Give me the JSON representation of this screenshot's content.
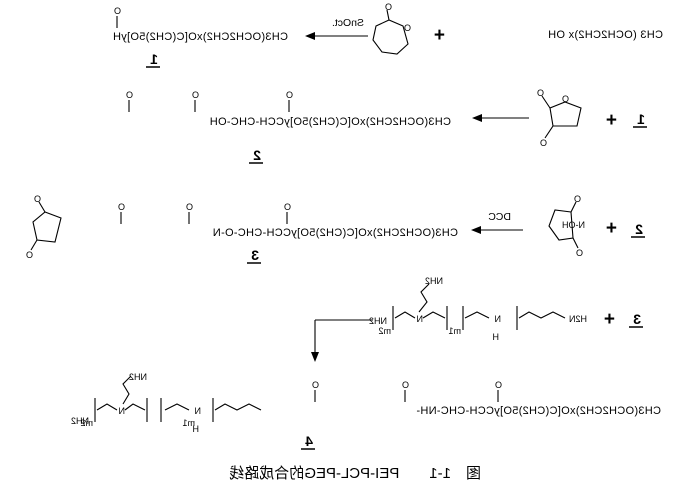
{
  "diagram": {
    "caption": "图　1-1　　PEI-PCL-PEG的合成路线",
    "row1": {
      "reactant_peg": "CH3 (OCH2CH2)x OH",
      "plus": "+",
      "caprolactone_o": "O",
      "caprolactone_ring_o": "O",
      "reagent": "SnOct.",
      "product": "CH3(OCH2CH2)xO[C(CH2)5O]yH",
      "product_co": "O",
      "label": "1"
    },
    "row2": {
      "reactant": "1",
      "plus": "+",
      "anhydride_o": [
        "O",
        "O",
        "O"
      ],
      "product": "CH3(OCH2CH2)xO[C(CH2)5O]yCCH-CHC-OH",
      "product_co": [
        "O",
        "O",
        "O"
      ],
      "label": "2"
    },
    "row3": {
      "reactant": "2",
      "plus": "+",
      "nhs": "N-OH",
      "nhs_o": [
        "O",
        "O"
      ],
      "reagent": "DCC",
      "product": "CH3(OCH2CH2)xO[C(CH2)5O]yCCH-CHC-O-N",
      "product_co": [
        "O",
        "O",
        "O"
      ],
      "product_imide_o": [
        "O",
        "O"
      ],
      "label": "3"
    },
    "row4": {
      "reactant": "3",
      "plus": "+",
      "pei": {
        "end_left": "H2N",
        "end_right": "NH2",
        "side_chain": "NH2",
        "n_branch": "N",
        "n_linear": "N",
        "h": "H",
        "m1": "m1",
        "m2": "m2"
      }
    },
    "row5": {
      "product": "CH3(OCH2CH2)xO[C(CH2)5O]yCCH-CHC-NH-",
      "product_co": [
        "O",
        "O",
        "O"
      ],
      "pei": {
        "side_chain": "NH2",
        "n_branch": "N",
        "n_linear": "N",
        "end_right": "NH2",
        "h": "H",
        "m1": "m1",
        "m2": "m2"
      },
      "label": "4"
    }
  }
}
